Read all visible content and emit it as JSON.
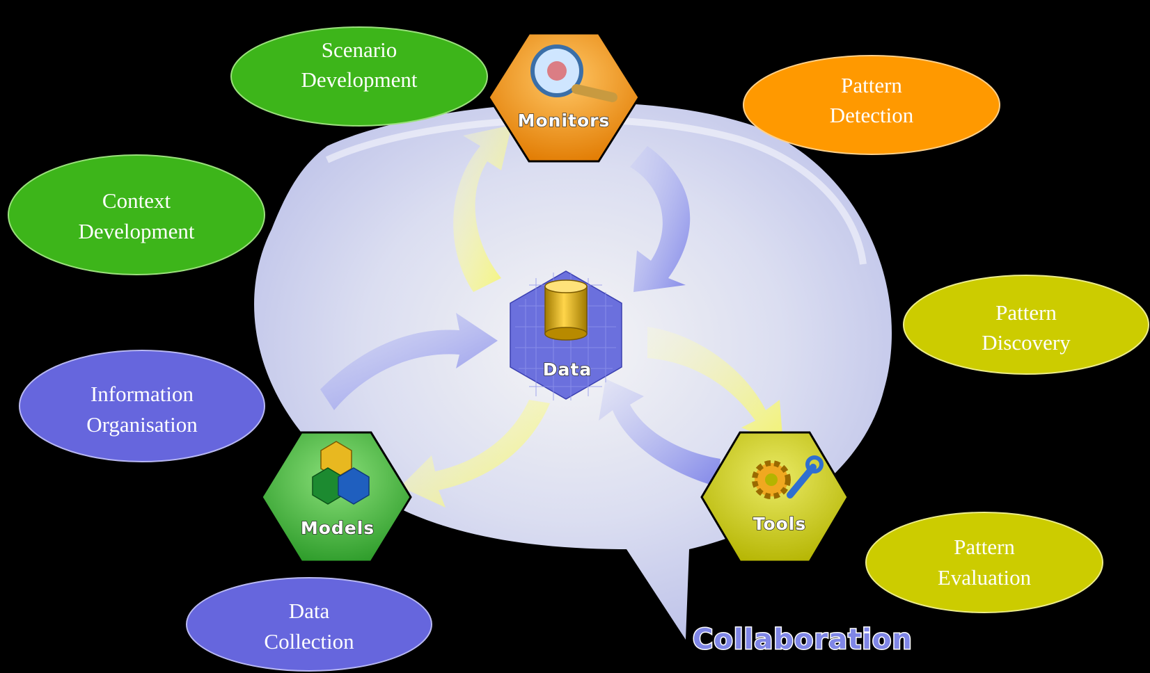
{
  "colors": {
    "background": "#000000",
    "green": "#3db51a",
    "orange": "#ff9900",
    "olive": "#cccc00",
    "blue": "#6666dd",
    "bubble": "#d8dcf8"
  },
  "ellipses": {
    "scenario": {
      "line1": "Scenario",
      "line2": "Development",
      "color": "#3db51a"
    },
    "context": {
      "line1": "Context",
      "line2": "Development",
      "color": "#3db51a"
    },
    "info": {
      "line1": "Information",
      "line2": "Organisation",
      "color": "#6666dd"
    },
    "collection": {
      "line1": "Data",
      "line2": "Collection",
      "color": "#6666dd"
    },
    "detection": {
      "line1": "Pattern",
      "line2": "Detection",
      "color": "#ff9900"
    },
    "discovery": {
      "line1": "Pattern",
      "line2": "Discovery",
      "color": "#cccc00"
    },
    "evaluation": {
      "line1": "Pattern",
      "line2": "Evaluation",
      "color": "#cccc00"
    }
  },
  "hexagons": {
    "monitors": {
      "label": "Monitors",
      "icon": "magnifier-icon"
    },
    "models": {
      "label": "Models",
      "icon": "hexagon-cluster-icon"
    },
    "tools": {
      "label": "Tools",
      "icon": "gear-wrench-icon"
    },
    "data": {
      "label": "Data",
      "icon": "database-cylinder-icon"
    }
  },
  "collaboration_label": "Collaboration"
}
